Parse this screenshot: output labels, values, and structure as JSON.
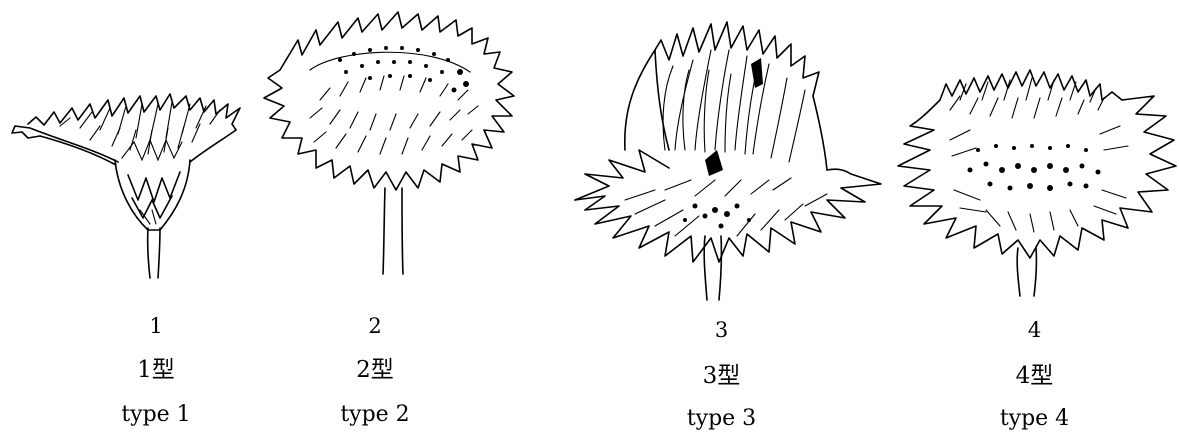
{
  "figures": [
    {
      "number": "1",
      "label_zh": "1型",
      "label_en": "type 1",
      "icon": "flower-head-type-1-icon"
    },
    {
      "number": "2",
      "label_zh": "2型",
      "label_en": "type 2",
      "icon": "flower-head-type-2-icon"
    },
    {
      "number": "3",
      "label_zh": "3型",
      "label_en": "type 3",
      "icon": "flower-head-type-3-icon"
    },
    {
      "number": "4",
      "label_zh": "4型",
      "label_en": "type 4",
      "icon": "flower-head-type-4-icon"
    }
  ]
}
